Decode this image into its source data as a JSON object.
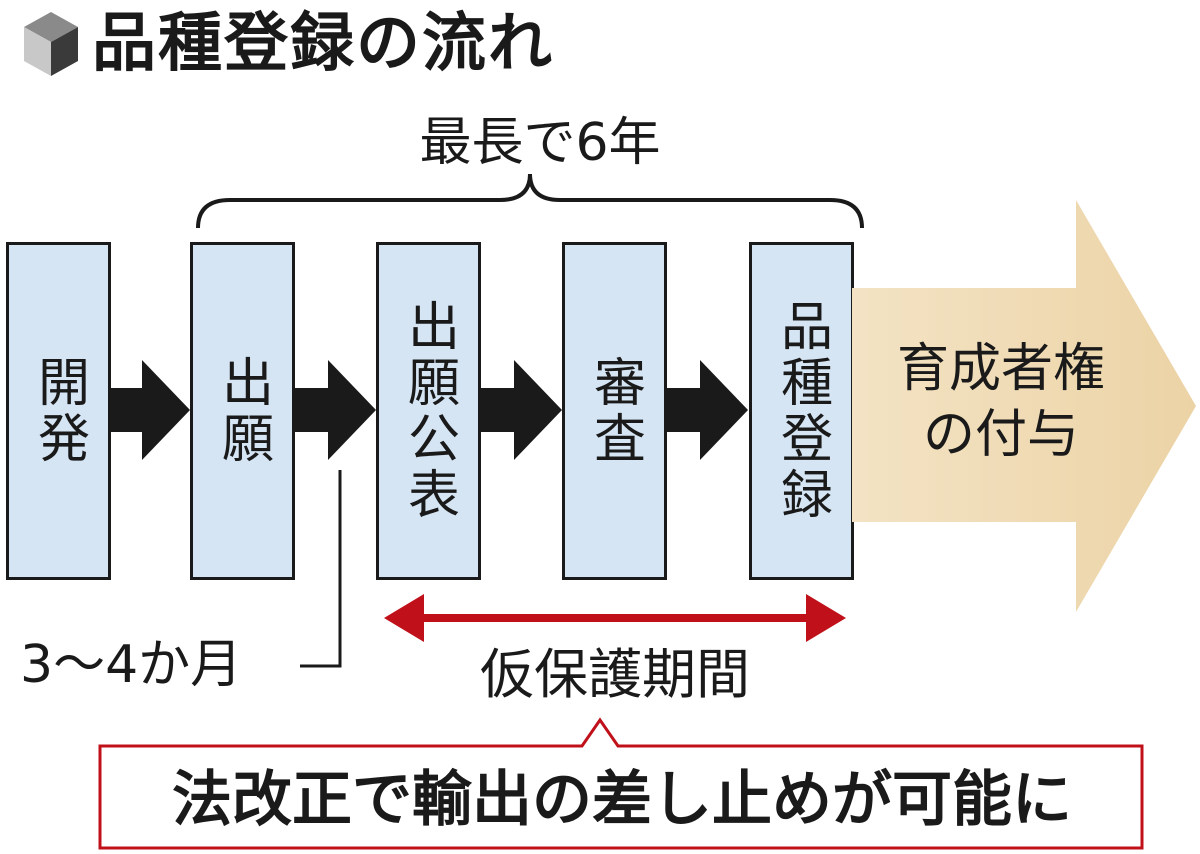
{
  "title": "品種登録の流れ",
  "bracket_label": "最長で6年",
  "steps": [
    "開発",
    "出願",
    "出願公表",
    "審査",
    "品種登録"
  ],
  "result": "育成者権\nの付与",
  "months_label": "3〜4か月",
  "provisional_label": "仮保護期間",
  "callout": "法改正で輸出の差し止めが可能に",
  "colors": {
    "box_fill": "#d5e5f4",
    "result_arrow": "#f1ddb8",
    "red_accent": "#c0111a",
    "ink": "#1a1a1a"
  }
}
